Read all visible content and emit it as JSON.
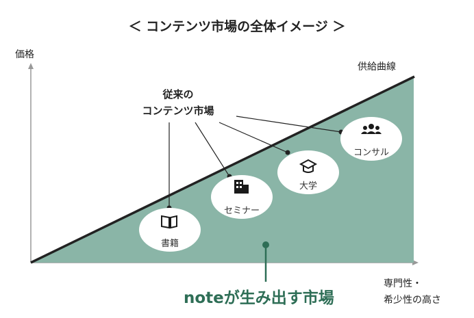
{
  "title": "＜ コンテンツ市場の全体イメージ ＞",
  "axes": {
    "y_label": "価格",
    "x_label_line1": "専門性・",
    "x_label_line2": "希少性の高さ"
  },
  "supply_curve_label": "供給曲線",
  "traditional_market": {
    "line1": "従来の",
    "line2": "コンテンツ市場"
  },
  "note_market_label": "noteが生み出す市場",
  "bubbles": [
    {
      "label": "書籍",
      "icon": "book-icon"
    },
    {
      "label": "セミナー",
      "icon": "building-icon"
    },
    {
      "label": "大学",
      "icon": "graduation-cap-icon"
    },
    {
      "label": "コンサル",
      "icon": "people-group-icon"
    }
  ],
  "colors": {
    "area_fill": "#8ab5a7",
    "note_green": "#2e6e56",
    "line_dark": "#222222",
    "axis_gray": "#999999"
  }
}
